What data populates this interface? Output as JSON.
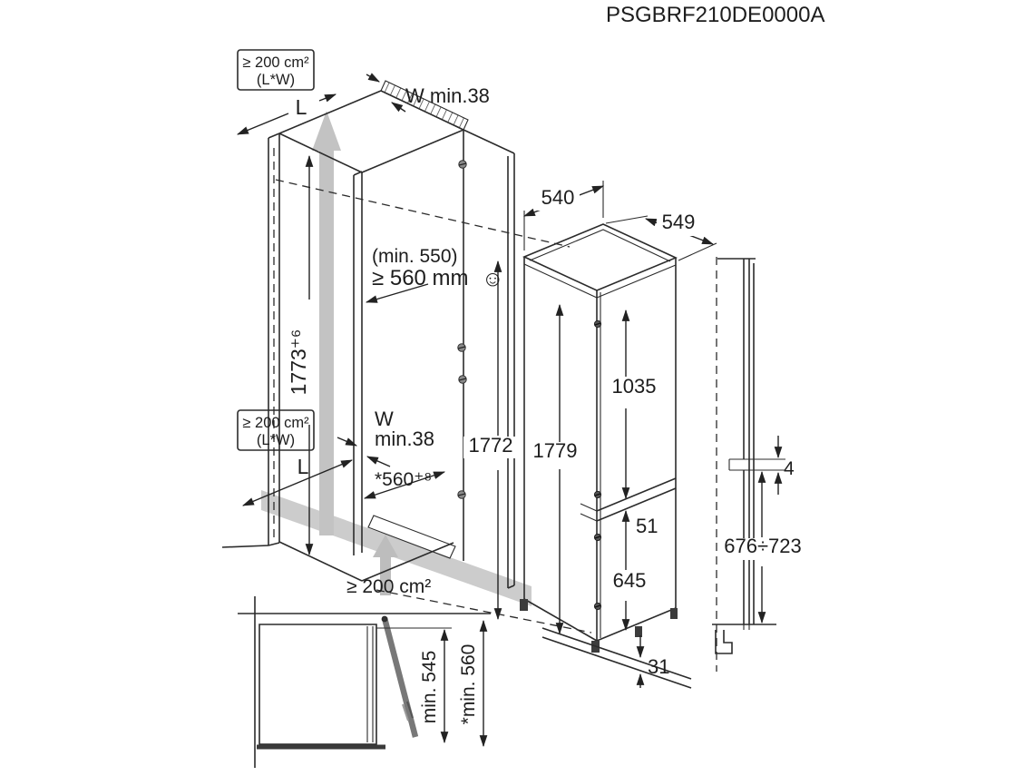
{
  "window": {
    "title": "PSGBRF210DE0000A"
  },
  "colors": {
    "line": "#2b2b2b",
    "text": "#1d1d1d",
    "airflow_gray": "#c3c3c3",
    "background": "#ffffff"
  },
  "niche": {
    "vent_top": {
      "line1": "≥ 200 cm²",
      "line2": "(L*W)"
    },
    "vent_side": {
      "line1": "≥ 200 cm²",
      "line2": "(L*W)"
    },
    "vent_bottom": "≥ 200 cm²",
    "length_top": "L",
    "length_side": "L",
    "wall_gap_top": "W min.38",
    "wall_gap_side": {
      "line1": "W",
      "line2": "min.38"
    },
    "depth_note": "(min. 550)",
    "depth_required": "≥ 560 mm",
    "smiley_icon": "☺",
    "height": "1773⁺⁶",
    "depth": "*560⁺⁸",
    "inner_height": "1772"
  },
  "appliance": {
    "height": "1779",
    "upper_door_height": "1035",
    "door_gap": "51",
    "lower_door_height": "645",
    "top_width": "540",
    "top_depth": "549",
    "bottom_clearance": "31"
  },
  "side_view": {
    "door_gap": "4",
    "hinge_height_range": "676÷723"
  },
  "top_view": {
    "depth_min": "min. 545",
    "depth_recommended": "*min. 560"
  }
}
